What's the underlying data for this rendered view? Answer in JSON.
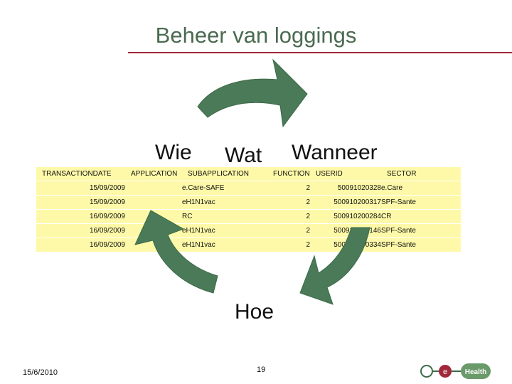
{
  "slide": {
    "title": "Beheer van loggings",
    "labels": {
      "wie": "Wie",
      "wat": "Wat",
      "wanneer": "Wanneer",
      "hoe": "Hoe"
    },
    "footer_date": "15/6/2010",
    "page_number": "19",
    "logo": {
      "e": "e",
      "health": "Health"
    }
  },
  "colors": {
    "accent_rule": "#a0283a",
    "title": "#4a6a50",
    "table_bg": "#fef9a8",
    "arrow": "#4a7a58",
    "logo_green": "#6a9a6a"
  },
  "table": {
    "headers": [
      "TRANSACTIONDATE",
      "APPLICATION",
      "SUBAPPLICATION",
      "FUNCTION",
      "USERID",
      "SECTOR"
    ],
    "rows": [
      [
        "15/09/2009",
        "",
        "e.Care-SAFE",
        "2",
        "50091020328",
        "e.Care"
      ],
      [
        "15/09/2009",
        "",
        "eH1N1vac",
        "2",
        "500910200317",
        "SPF-Sante"
      ],
      [
        "16/09/2009",
        "",
        "RC",
        "2",
        "500910200284",
        "CR"
      ],
      [
        "16/09/2009",
        "",
        "eH1N1vac",
        "2",
        "500910200146",
        "SPF-Sante"
      ],
      [
        "16/09/2009",
        "",
        "eH1N1vac",
        "2",
        "500910200334",
        "SPF-Sante"
      ]
    ]
  }
}
